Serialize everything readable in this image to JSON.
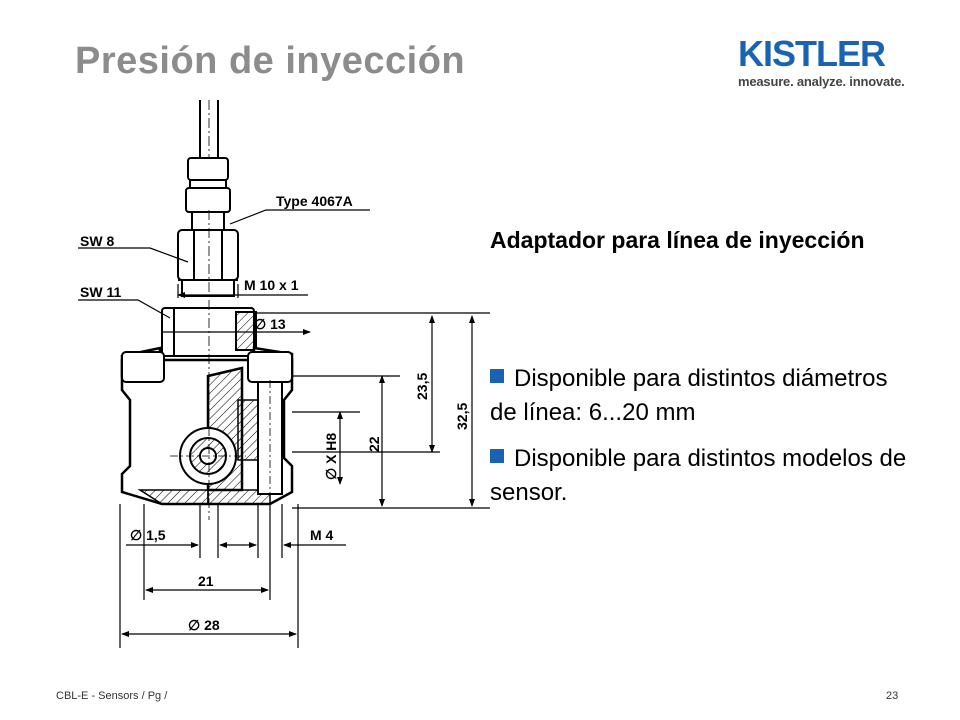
{
  "slide": {
    "title": "Presión de inyección",
    "subtitle": "Adaptador para línea de inyección",
    "bullets": [
      "Disponible para distintos diámetros de línea: 6...20 mm",
      "Disponible para distintos modelos de sensor."
    ]
  },
  "logo": {
    "wordmark": "KISTLER",
    "tagline": "measure. analyze. innovate."
  },
  "drawing": {
    "labels": {
      "type": "Type 4067A",
      "sw8": "SW 8",
      "sw11": "SW 11",
      "thread": "M 10  x 1",
      "d13": "∅  13",
      "d235": "23,5",
      "d325": "32,5",
      "d22": "22",
      "dxh8": "∅  X H8",
      "d15": "∅  1,5",
      "m4": "M 4",
      "d21": "21",
      "d28": "∅  28"
    }
  },
  "footer": {
    "left": "CBL-E - Sensors / Pg /",
    "page": "23"
  },
  "colors": {
    "brand": "#1a63b3",
    "title": "#8c8c8c"
  }
}
